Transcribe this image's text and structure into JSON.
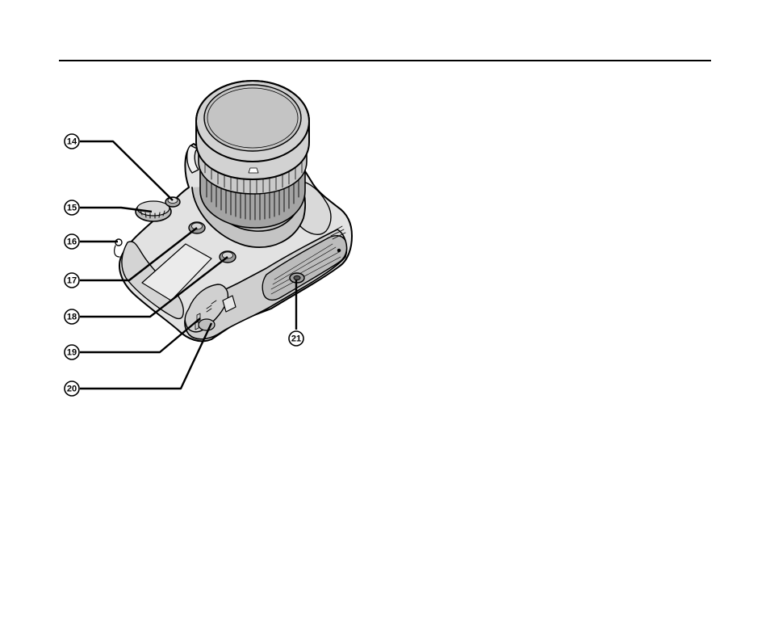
{
  "callouts": {
    "c14": "14",
    "c15": "15",
    "c16": "16",
    "c17": "17",
    "c18": "18",
    "c19": "19",
    "c20": "20",
    "c21": "21"
  },
  "colors": {
    "ink": "#000000",
    "body_shade": "#d6d6d6",
    "body_light": "#ececec",
    "lens_face": "#c8c8c8",
    "paper": "#ffffff"
  }
}
